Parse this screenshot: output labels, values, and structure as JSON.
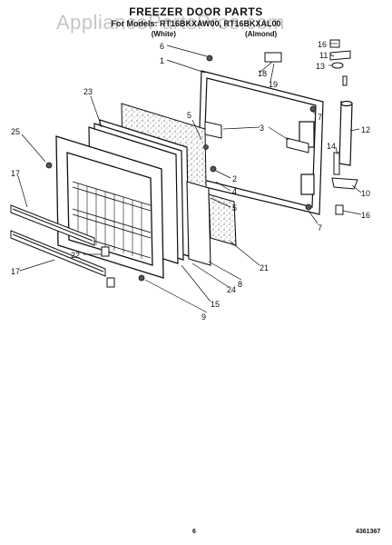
{
  "header": {
    "title": "FREEZER DOOR PARTS",
    "models": "For Models: RT16BKXAW00, RT16BKXAL00",
    "color_left": "(White)",
    "color_right": "(Almond)"
  },
  "watermark": "AppliancePartsPros.com",
  "footer": {
    "page": "6",
    "part_no": "4361367"
  },
  "callouts": {
    "c1": "1",
    "c2": "2",
    "c3": "3",
    "c4": "4",
    "c5a": "5",
    "c5b": "5",
    "c6": "6",
    "c7a": "7",
    "c7b": "7",
    "c8": "8",
    "c9": "9",
    "c10": "10",
    "c11": "11",
    "c12": "12",
    "c13": "13",
    "c14": "14",
    "c15": "15",
    "c16a": "16",
    "c16b": "16",
    "c17a": "17",
    "c17b": "17",
    "c18": "18",
    "c19": "19",
    "c21": "21",
    "c22": "22",
    "c23": "23",
    "c24": "24",
    "c25": "25"
  }
}
